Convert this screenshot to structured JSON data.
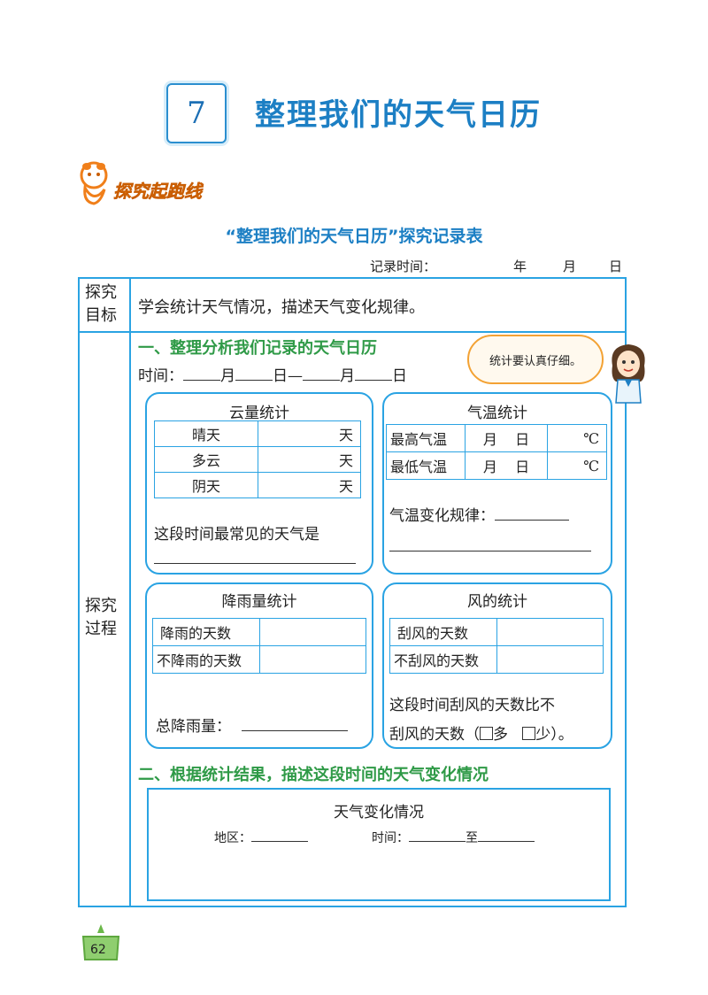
{
  "chapter": {
    "number": "7",
    "title": "整理我们的天气日历"
  },
  "section_tag": "探究起跑线",
  "table_title": "“整理我们的天气日历”探究记录表",
  "record_time": {
    "label": "记录时间：",
    "year": "年",
    "month": "月",
    "day": "日"
  },
  "goal": {
    "label_line1": "探究",
    "label_line2": "目标",
    "text": "学会统计天气情况，描述天气变化规律。"
  },
  "process": {
    "label_line1": "探究",
    "label_line2": "过程"
  },
  "part1": {
    "heading": "一、整理分析我们记录的天气日历",
    "time_label": "时间：",
    "time_month1": "月",
    "time_day1": "日—",
    "time_month2": "月",
    "time_day2": "日"
  },
  "bubble": "统计要认真仔细。",
  "cloud": {
    "title": "云量统计",
    "rows": [
      {
        "label": "晴天",
        "unit": "天"
      },
      {
        "label": "多云",
        "unit": "天"
      },
      {
        "label": "阴天",
        "unit": "天"
      }
    ],
    "question": "这段时间最常见的天气是"
  },
  "temp": {
    "title": "气温统计",
    "rows": [
      {
        "label": "最高气温",
        "month": "月",
        "day": "日",
        "unit": "℃"
      },
      {
        "label": "最低气温",
        "month": "月",
        "day": "日",
        "unit": "℃"
      }
    ],
    "rule_label": "气温变化规律："
  },
  "rain": {
    "title": "降雨量统计",
    "rows": [
      {
        "label": "降雨的天数"
      },
      {
        "label": "不降雨的天数"
      }
    ],
    "total_label": "总降雨量："
  },
  "wind": {
    "title": "风的统计",
    "rows": [
      {
        "label": "刮风的天数"
      },
      {
        "label": "不刮风的天数"
      }
    ],
    "question_line1": "这段时间刮风的天数比不",
    "question_line2_a": "刮风的天数（",
    "opt_more": "多",
    "opt_less": "少）。"
  },
  "part2": {
    "heading": "二、根据统计结果，描述这段时间的天气变化情况",
    "box_title": "天气变化情况",
    "region_label": "地区：",
    "time_label": "时间：",
    "to_label": "至"
  },
  "page_number": "62",
  "colors": {
    "accent": "#1c7fc4",
    "border": "#2aa3e3",
    "green": "#2f9a47",
    "orange": "#f07f1a"
  }
}
